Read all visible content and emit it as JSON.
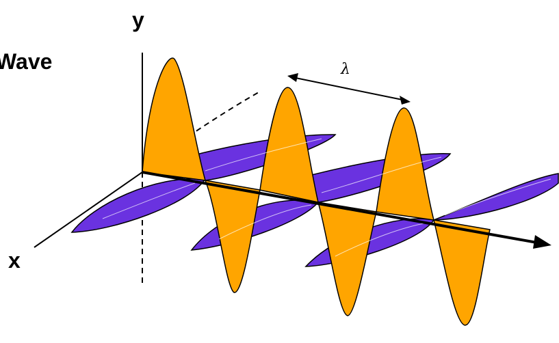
{
  "title": "Wave",
  "axes": {
    "y_label": "y",
    "x_label": "x",
    "wavelength_label": "λ"
  },
  "colors": {
    "electric_field": "#FFA500",
    "magnetic_field": "#6A32E0",
    "outline": "#000000"
  }
}
